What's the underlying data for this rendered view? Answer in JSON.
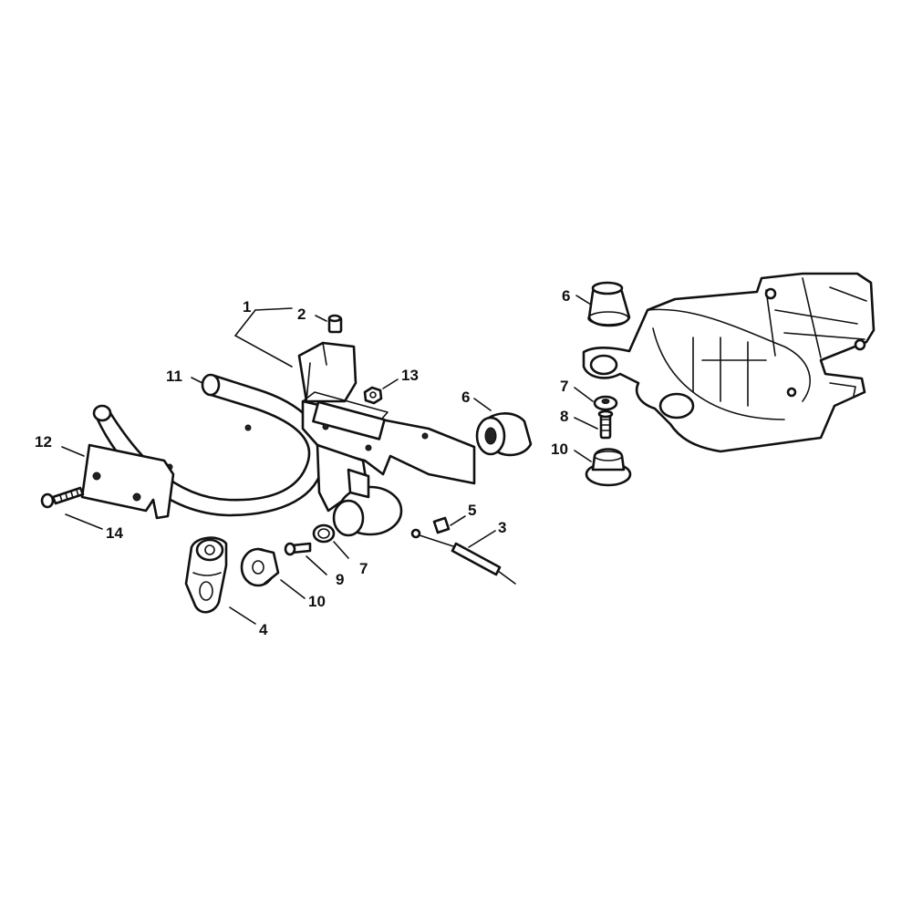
{
  "callouts": {
    "c1": "1",
    "c2": "2",
    "c3": "3",
    "c4": "4",
    "c5": "5",
    "c6a": "6",
    "c6b": "6",
    "c7a": "7",
    "c7b": "7",
    "c8": "8",
    "c9": "9",
    "c10a": "10",
    "c10b": "10",
    "c11": "11",
    "c12": "12",
    "c13": "13",
    "c14": "14"
  }
}
